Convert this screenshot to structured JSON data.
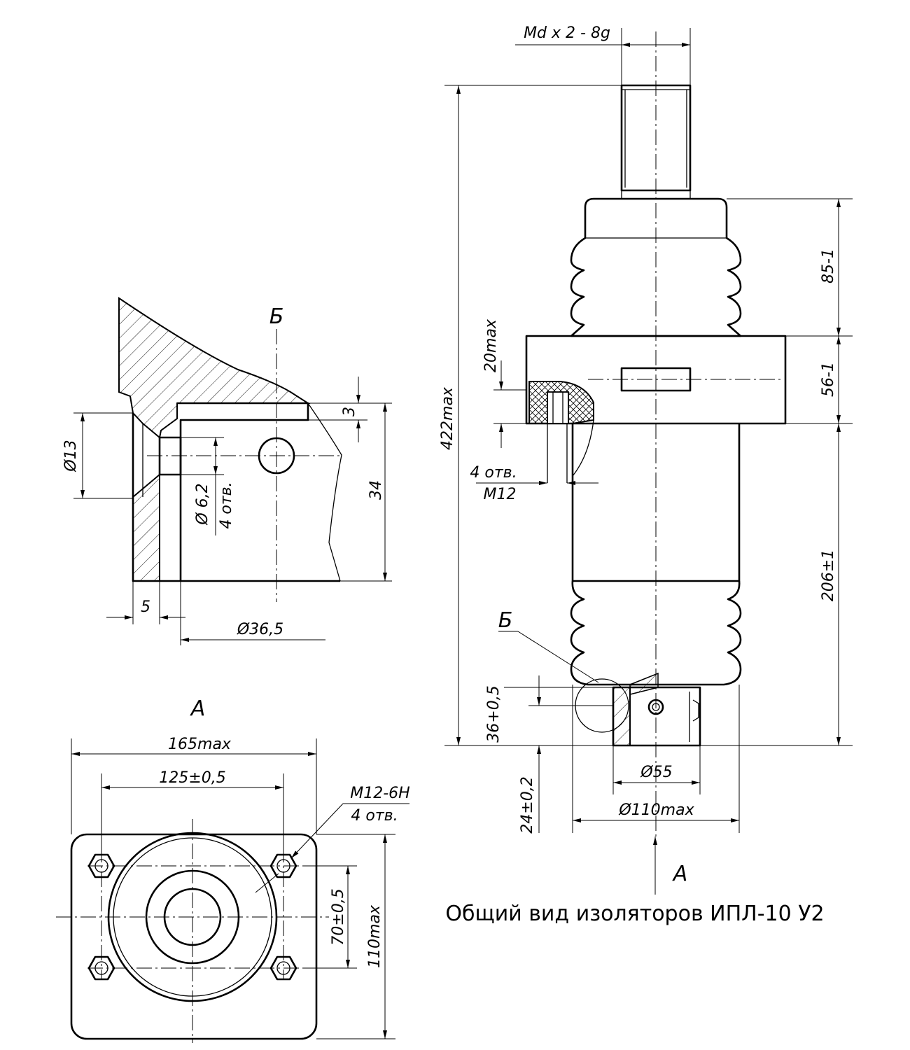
{
  "caption": "Общий вид изоляторов ИПЛ-10 У2",
  "views": {
    "detail_label": "Б",
    "arrow_label": "А",
    "view_a_title": "А"
  },
  "main_view": {
    "thread": "Md x 2 - 8g",
    "overall_height": "422max",
    "top_part": "85-1",
    "flange_height": "56-1",
    "body_height": "206±1",
    "flange_offset": "20max",
    "holes_count": "4 отв.",
    "holes_thread": "M12",
    "bottom_step": "36+0,5",
    "bottom_offset": "24±0,2",
    "bore_diameter": "Ø55",
    "body_diameter": "Ø110max"
  },
  "detail_b": {
    "dia_13": "Ø13",
    "dia_62": "Ø 6,2",
    "holes_count": "4 отв.",
    "height_34": "34",
    "dim_3": "3",
    "dim_5": "5",
    "dia_365": "Ø36,5"
  },
  "view_a": {
    "width_max": "165max",
    "hole_spacing_x": "125±0,5",
    "thread": "M12-6H",
    "holes_count": "4 отв.",
    "hole_spacing_y": "70±0,5",
    "height_max": "110max"
  }
}
